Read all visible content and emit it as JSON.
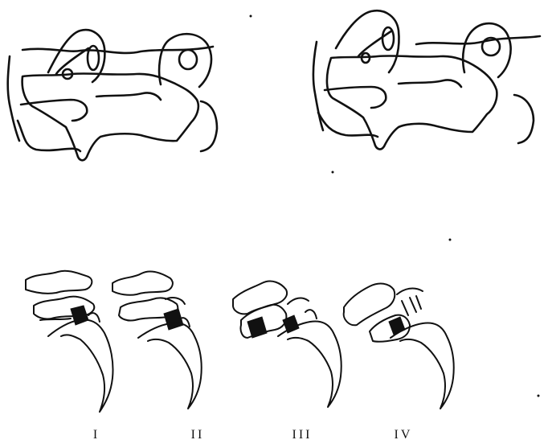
{
  "stage_labels": {
    "stage_1": "I",
    "stage_2": "II",
    "stage_3": "III",
    "stage_4": "IV"
  },
  "colors": {
    "ink": "#111111",
    "background": "#ffffff"
  }
}
